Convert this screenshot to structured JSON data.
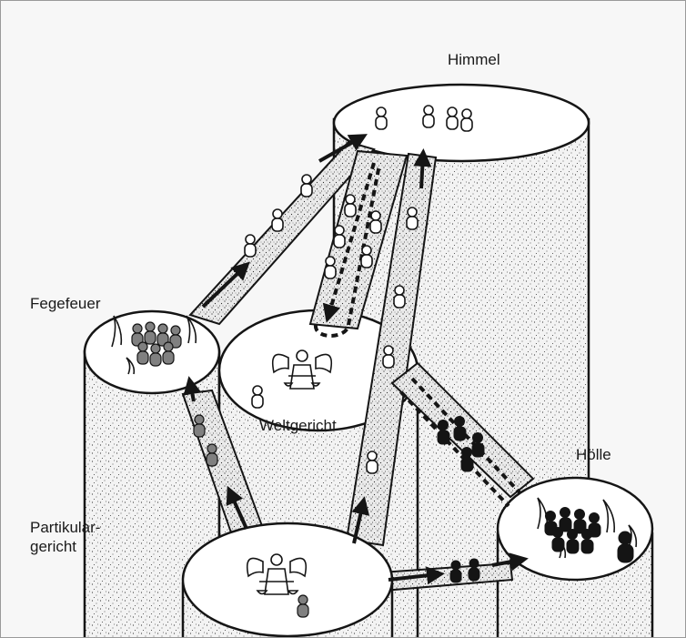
{
  "labels": {
    "himmel": "Himmel",
    "fegefeuer": "Fegefeuer",
    "weltgericht": "Weltgericht",
    "hoelle": "Hölle",
    "partikulargericht_line1": "Partikular-",
    "partikulargericht_line2": "gericht"
  },
  "colors": {
    "ink": "#151515",
    "pillar": "#f3f3f3",
    "top": "#ffffff",
    "purgatory_souls": "#808080",
    "damned_souls": "#141414",
    "frame": "#9a9a9a"
  },
  "icons": [
    "angel-with-scales-icon",
    "soul-figure-icon",
    "flame-icon",
    "arrow-icon"
  ]
}
